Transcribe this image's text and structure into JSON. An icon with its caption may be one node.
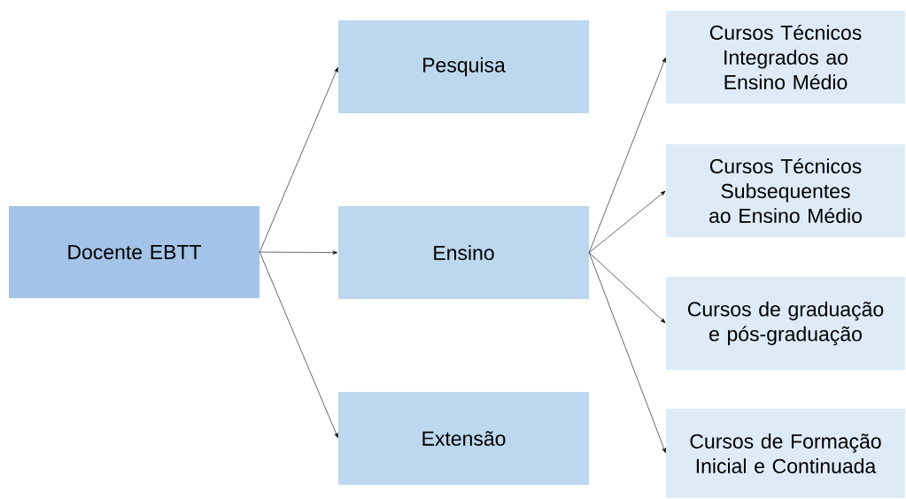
{
  "diagram": {
    "nodes": [
      {
        "text": [
          "Docente EBTT"
        ]
      },
      {
        "text": [
          "Pesquisa"
        ]
      },
      {
        "text": [
          "Ensino"
        ]
      },
      {
        "text": [
          "Extensão"
        ]
      },
      {
        "text": [
          "Cursos Técnicos Integrados ao Ensino Médio"
        ]
      },
      {
        "text": [
          "Cursos Técnicos Subsequentes ao Ensino Médio"
        ]
      },
      {
        "text": [
          "Cursos de graduação e pós-graduação"
        ]
      },
      {
        "text": [
          "Cursos de Formação Inicial e Continuada"
        ]
      }
    ],
    "edges": [
      {
        "from": 0,
        "to": 1,
        "arrow": "to"
      },
      {
        "from": 0,
        "to": 2,
        "arrow": "to"
      },
      {
        "from": 0,
        "to": 3,
        "arrow": "to"
      },
      {
        "from": 2,
        "to": 4,
        "arrow": "to"
      },
      {
        "from": 2,
        "to": 5,
        "arrow": "to"
      },
      {
        "from": 2,
        "to": 6,
        "arrow": "to"
      },
      {
        "from": 2,
        "to": 7,
        "arrow": "to"
      }
    ]
  }
}
